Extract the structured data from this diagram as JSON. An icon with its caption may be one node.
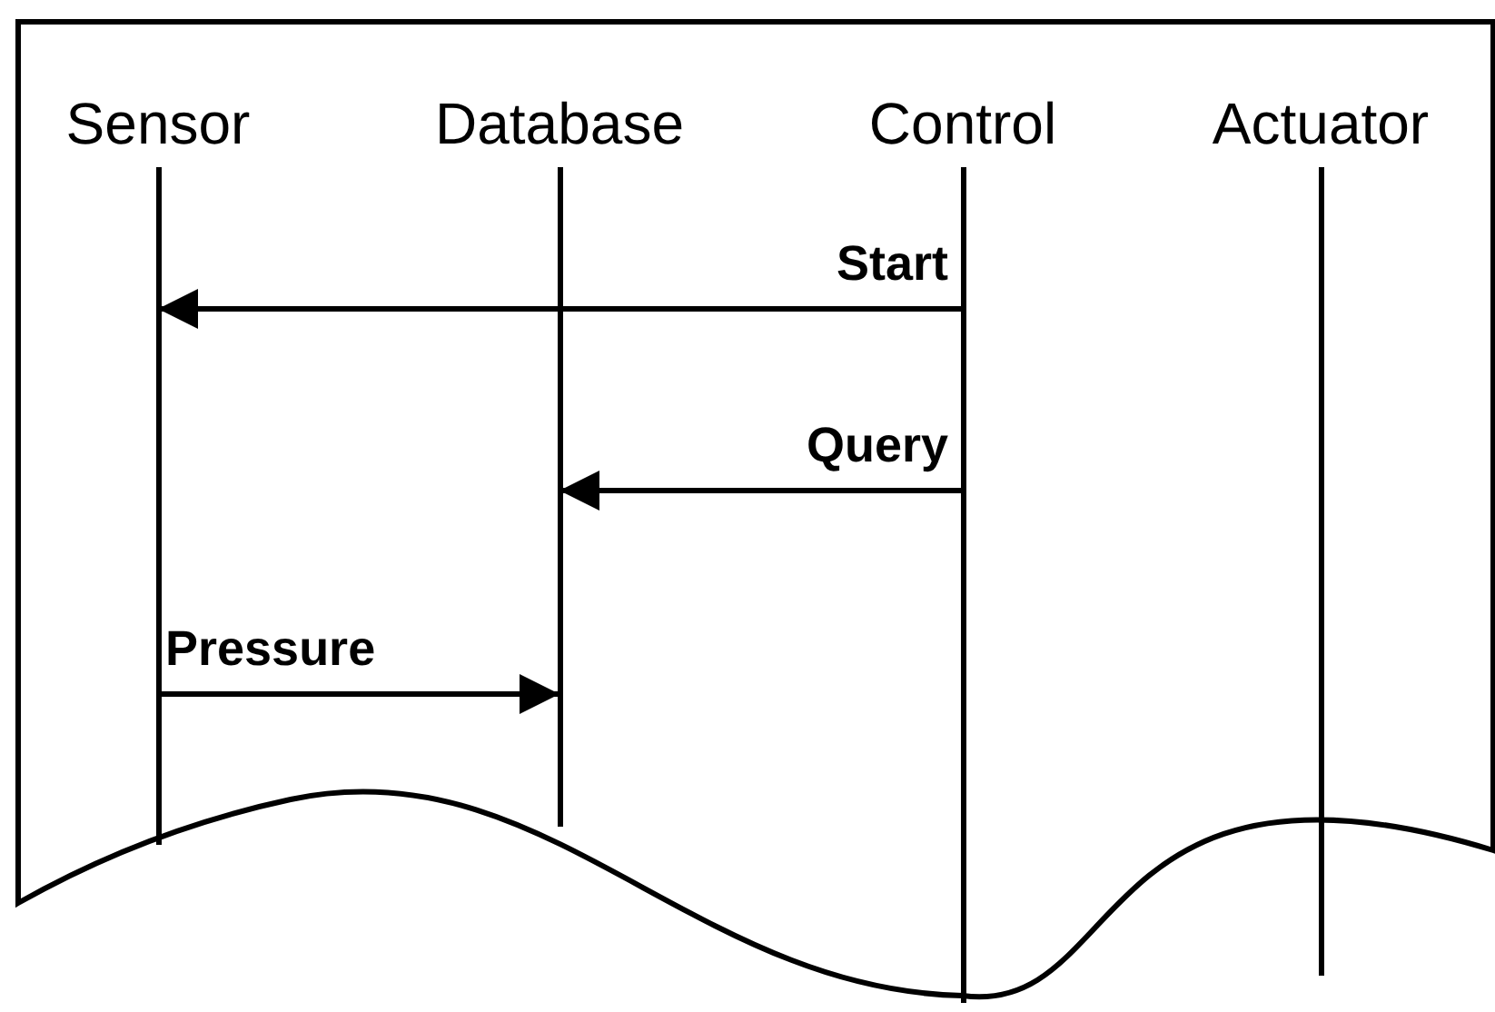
{
  "diagram": {
    "nodes": [
      {
        "text": [
          "Sensor"
        ]
      },
      {
        "text": [
          "Database"
        ]
      },
      {
        "text": [
          "Control"
        ]
      },
      {
        "text": [
          "Actuator"
        ]
      }
    ],
    "edges": [
      {
        "from": 2,
        "to": 0,
        "arrow": "to",
        "label": "Start"
      },
      {
        "from": 2,
        "to": 1,
        "arrow": "to",
        "label": "Query"
      },
      {
        "from": 0,
        "to": 1,
        "arrow": "to",
        "label": "Pressure"
      }
    ]
  }
}
